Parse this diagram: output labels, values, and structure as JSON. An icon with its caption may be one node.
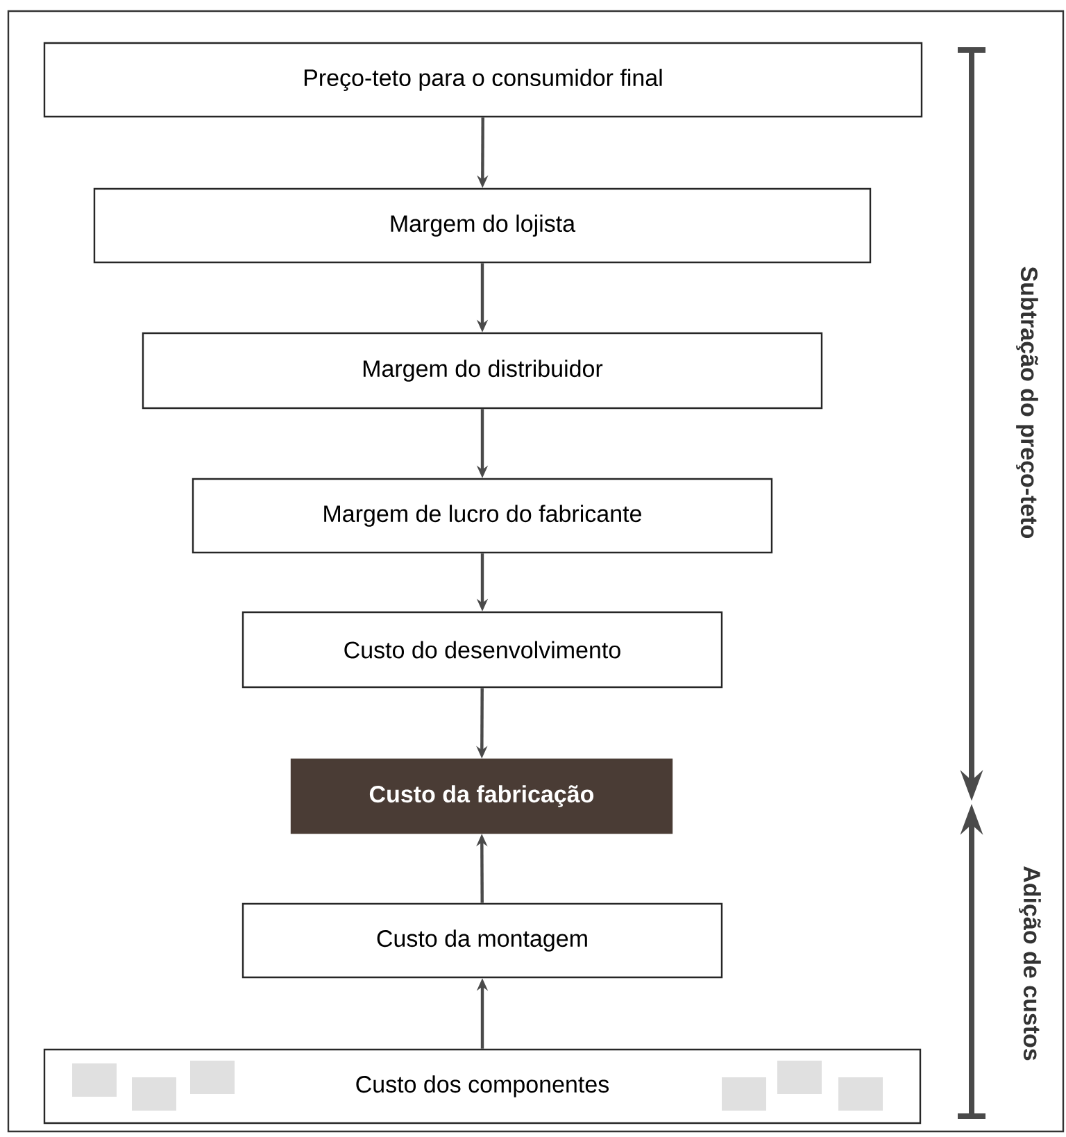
{
  "diagram": {
    "nodes": [
      {
        "text": [
          "Preço-teto para o consumidor final"
        ]
      },
      {
        "text": [
          "Margem do lojista"
        ]
      },
      {
        "text": [
          "Margem do distribuidor"
        ]
      },
      {
        "text": [
          "Margem de lucro do fabricante"
        ]
      },
      {
        "text": [
          "Custo do desenvolvimento"
        ]
      },
      {
        "text": [
          "Custo da fabricação"
        ]
      },
      {
        "text": [
          "Custo da montagem"
        ]
      },
      {
        "text": [
          "Custo dos componentes"
        ]
      }
    ],
    "edges": [
      {
        "from": 0,
        "to": 1,
        "arrow": "to"
      },
      {
        "from": 1,
        "to": 2,
        "arrow": "to"
      },
      {
        "from": 2,
        "to": 3,
        "arrow": "to"
      },
      {
        "from": 3,
        "to": 4,
        "arrow": "to"
      },
      {
        "from": 4,
        "to": 5,
        "arrow": "to"
      },
      {
        "from": 6,
        "to": 5,
        "arrow": "to"
      },
      {
        "from": 7,
        "to": 6,
        "arrow": "to"
      }
    ],
    "labels": [
      "Subtração do preço-teto",
      "Adição de custos"
    ]
  }
}
